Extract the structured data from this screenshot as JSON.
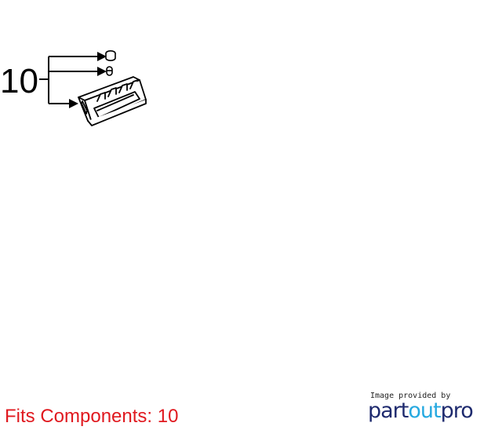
{
  "diagram": {
    "callout_number": "10"
  },
  "footer": {
    "fits_components": "Fits Components: 10",
    "provided_by": "Image provided by",
    "brand": {
      "part1": "part",
      "part2": "out",
      "part3": "pro"
    }
  },
  "colors": {
    "fits_text": "#e0191f",
    "brand_dark": "#1e2a6e",
    "brand_accent": "#26a9e0",
    "line": "#000000"
  }
}
